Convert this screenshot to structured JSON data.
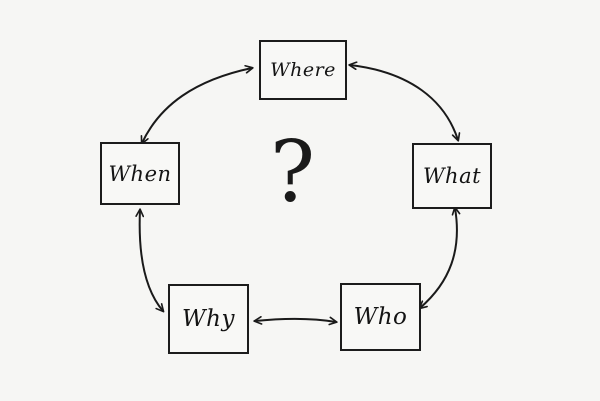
{
  "diagram": {
    "nodes": {
      "where": "Where",
      "what": "What",
      "who": "Who",
      "why": "Why",
      "when": "When"
    },
    "center_symbol": "?",
    "ink_color": "#1a1a1a",
    "background_color": "#f6f6f4"
  }
}
